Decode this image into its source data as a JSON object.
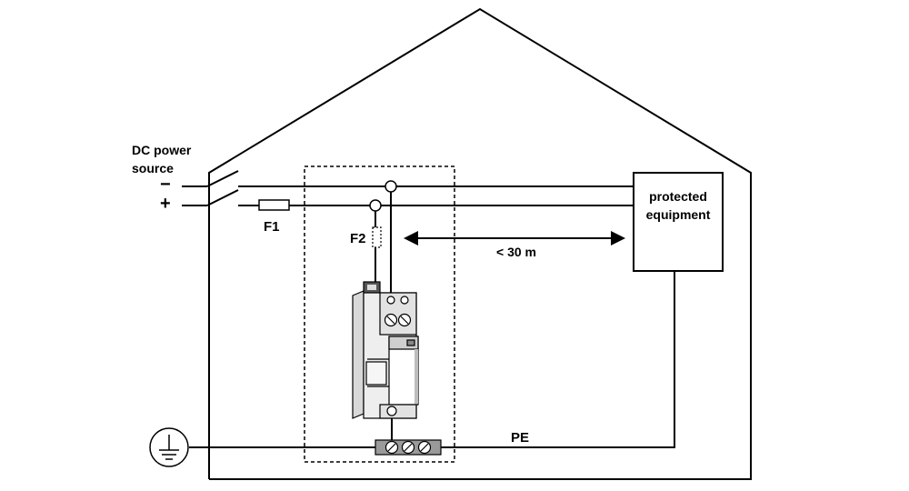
{
  "labels": {
    "source_line1": "DC power",
    "source_line2": "source",
    "minus": "−",
    "plus": "+",
    "fuse_f1": "F1",
    "fuse_f2": "F2",
    "distance": "< 30 m",
    "equipment_line1": "protected",
    "equipment_line2": "equipment",
    "pe": "PE"
  },
  "colors": {
    "line": "#000000",
    "device_body": "#eeeeee",
    "device_shade": "#cfcfcf",
    "terminal_block": "#9a9a9a"
  }
}
